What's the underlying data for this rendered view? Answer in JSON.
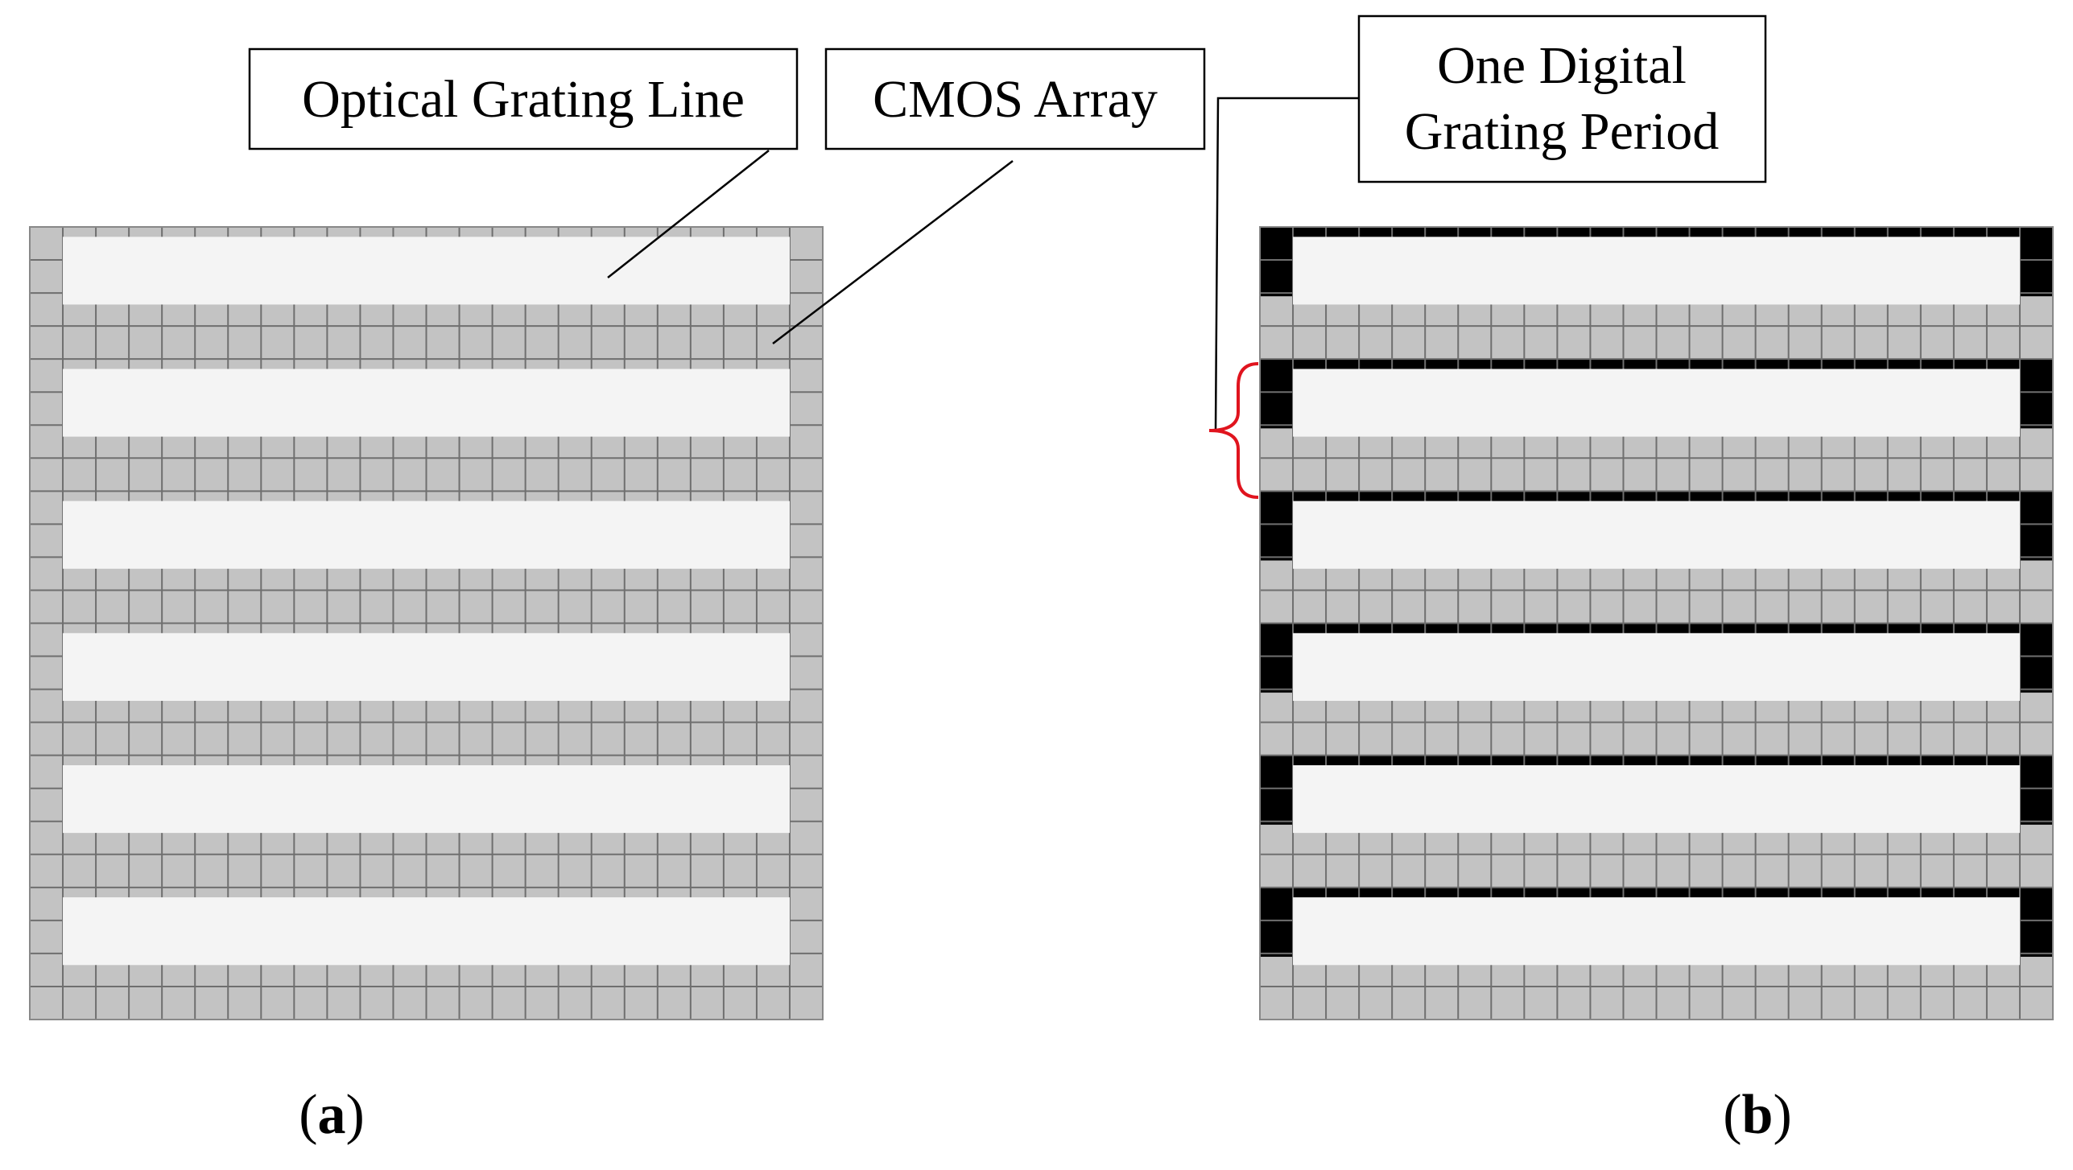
{
  "callouts": {
    "optical_grating_line": "Optical Grating Line",
    "cmos_array": "CMOS Array",
    "digital_grating_period_line1": "One Digital",
    "digital_grating_period_line2": "Grating Period"
  },
  "panels": {
    "a": {
      "label_open": "(",
      "label_letter": "a",
      "label_close": ")"
    },
    "b": {
      "label_open": "(",
      "label_letter": "b",
      "label_close": ")"
    }
  },
  "grid": {
    "columns": 24,
    "rows": 24,
    "grating_lines": 6,
    "rows_per_period": 4,
    "white_rows_per_line": 2
  },
  "colors": {
    "pixel_gray": "#c3c3c3",
    "pixel_grid": "#6f6f6f",
    "grating_white": "#f4f4f4",
    "digital_black": "#000000",
    "bracket_red": "#e0141e"
  }
}
